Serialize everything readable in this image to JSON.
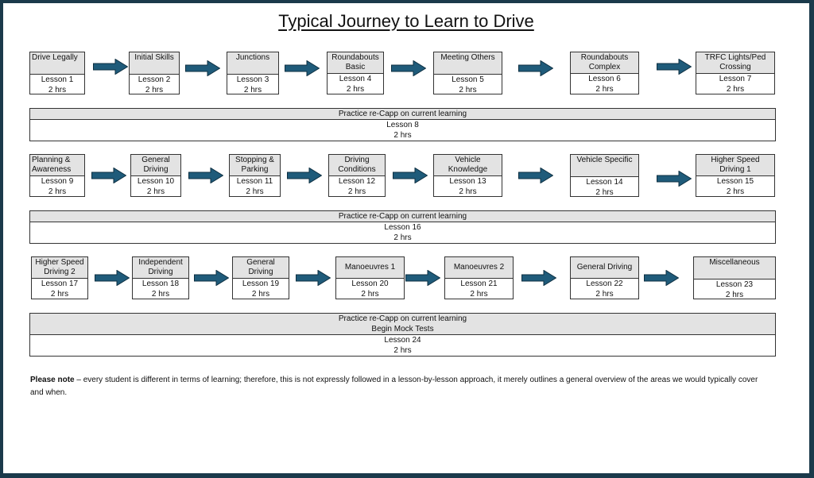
{
  "title": "Typical Journey to Learn to Drive",
  "colors": {
    "arrow_fill": "#1f5b7a",
    "arrow_stroke": "#0e2f41",
    "header_bg": "#e3e3e3",
    "frame": "#1b3a4b"
  },
  "rows": [
    {
      "lessons": [
        {
          "topic": "Drive Legally",
          "lesson": "Lesson 1",
          "duration": "2 hrs"
        },
        {
          "topic": "Initial Skills",
          "lesson": "Lesson 2",
          "duration": "2 hrs"
        },
        {
          "topic": "Junctions",
          "lesson": "Lesson 3",
          "duration": "2 hrs"
        },
        {
          "topic": "Roundabouts Basic",
          "lesson": "Lesson 4",
          "duration": "2 hrs"
        },
        {
          "topic": "Meeting Others",
          "lesson": "Lesson 5",
          "duration": "2 hrs"
        },
        {
          "topic": "Roundabouts Complex",
          "lesson": "Lesson 6",
          "duration": "2 hrs"
        },
        {
          "topic": "TRFC Lights/Ped Crossing",
          "lesson": "Lesson 7",
          "duration": "2 hrs"
        }
      ],
      "practice": {
        "header": "Practice re-Capp on current learning",
        "lesson": "Lesson 8",
        "duration": "2 hrs"
      }
    },
    {
      "lessons": [
        {
          "topic": "Planning & Awareness",
          "lesson": "Lesson 9",
          "duration": "2 hrs"
        },
        {
          "topic": "General Driving",
          "lesson": "Lesson 10",
          "duration": "2 hrs"
        },
        {
          "topic": "Stopping & Parking",
          "lesson": "Lesson 11",
          "duration": "2 hrs"
        },
        {
          "topic": "Driving Conditions",
          "lesson": "Lesson 12",
          "duration": "2 hrs"
        },
        {
          "topic": "Vehicle Knowledge",
          "lesson": "Lesson 13",
          "duration": "2 hrs"
        },
        {
          "topic": "Vehicle Specific",
          "lesson": "Lesson 14",
          "duration": "2 hrs"
        },
        {
          "topic": "Higher Speed Driving 1",
          "lesson": "Lesson 15",
          "duration": "2 hrs"
        }
      ],
      "practice": {
        "header": "Practice re-Capp on current learning",
        "lesson": "Lesson 16",
        "duration": "2 hrs"
      }
    },
    {
      "lessons": [
        {
          "topic": "Higher Speed Driving 2",
          "lesson": "Lesson 17",
          "duration": "2 hrs"
        },
        {
          "topic": "Independent Driving",
          "lesson": "Lesson 18",
          "duration": "2 hrs"
        },
        {
          "topic": "General Driving",
          "lesson": "Lesson 19",
          "duration": "2 hrs"
        },
        {
          "topic": "Manoeuvres 1",
          "lesson": "Lesson 20",
          "duration": "2 hrs"
        },
        {
          "topic": "Manoeuvres 2",
          "lesson": "Lesson 21",
          "duration": "2 hrs"
        },
        {
          "topic": "General Driving",
          "lesson": "Lesson 22",
          "duration": "2 hrs"
        },
        {
          "topic": "Miscellaneous",
          "lesson": "Lesson 23",
          "duration": "2 hrs"
        }
      ],
      "practice": {
        "header": "Practice re-Capp on current learning",
        "header2": "Begin Mock Tests",
        "lesson": "Lesson 24",
        "duration": "2 hrs"
      }
    }
  ],
  "note": {
    "label": "Please note",
    "text": " – every student is different in terms of learning; therefore, this is not expressly followed in a lesson-by-lesson approach, it merely outlines a general overview of the areas we would typically cover and when."
  }
}
